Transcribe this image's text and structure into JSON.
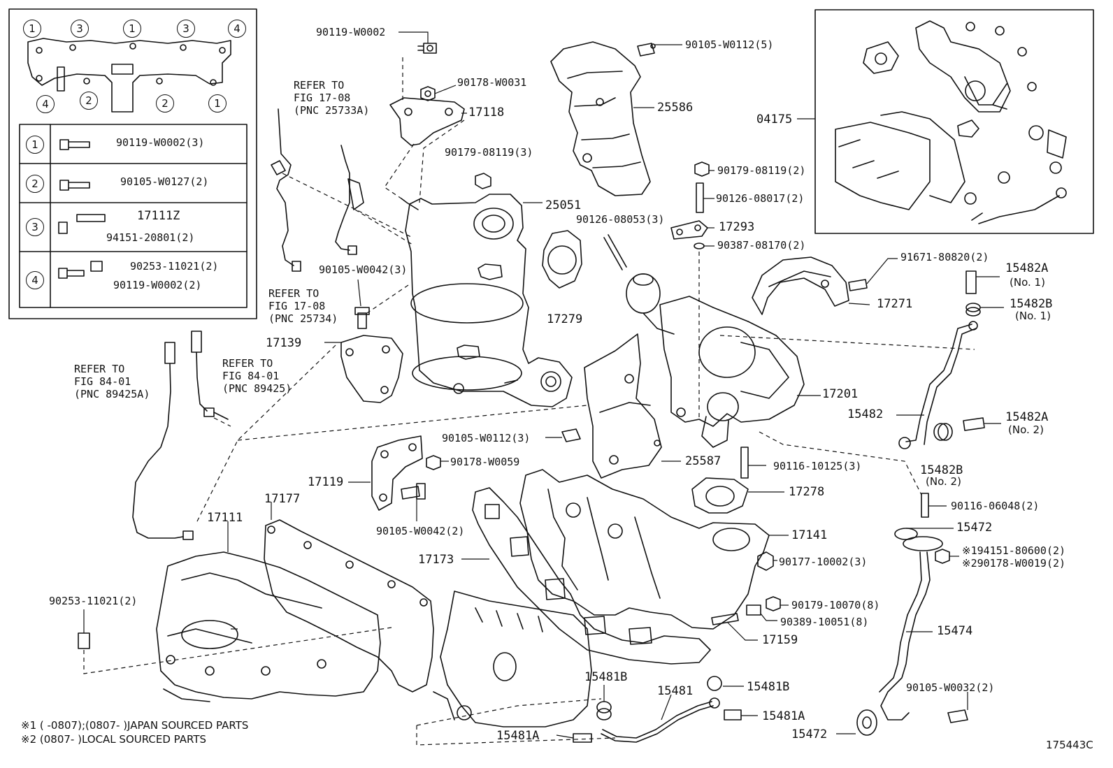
{
  "diagram": {
    "figure_id": "175443C",
    "legend_table": {
      "manifold_positions": [
        "1",
        "3",
        "1",
        "3",
        "4",
        "4",
        "2",
        "2",
        "1"
      ],
      "rows": [
        {
          "key": "1",
          "parts": [
            "90119-W0002(3)"
          ]
        },
        {
          "key": "2",
          "parts": [
            "90105-W0127(2)"
          ]
        },
        {
          "key": "3",
          "parts": [
            "17111Z",
            "94151-20801(2)"
          ]
        },
        {
          "key": "4",
          "parts": [
            "90253-11021(2)",
            "90119-W0002(2)"
          ]
        }
      ]
    },
    "parts": {
      "p90119_W0002": "90119-W0002",
      "p90178_W0031": "90178-W0031",
      "p17118": "17118",
      "p90105_W0112_5": "90105-W0112(5)",
      "p25586": "25586",
      "p04175": "04175",
      "p90179_08119_3": "90179-08119(3)",
      "p25051": "25051",
      "p90179_08119_2": "90179-08119(2)",
      "p90126_08017_2": "90126-08017(2)",
      "p90126_08053_3": "90126-08053(3)",
      "p17293": "17293",
      "p90387_08170_2": "90387-08170(2)",
      "p91671_80820_2": "91671-80820(2)",
      "p15482A_1": "15482A",
      "p15482A_1_sub": "(No. 1)",
      "p15482B_1": "15482B",
      "p15482B_1_sub": "(No. 1)",
      "p17271": "17271",
      "p90105_W0042_3": "90105-W0042(3)",
      "p17279": "17279",
      "p17139": "17139",
      "p17201": "17201",
      "p15482": "15482",
      "p15482A_2": "15482A",
      "p15482A_2_sub": "(No. 2)",
      "p90105_W0112_3": "90105-W0112(3)",
      "p25587": "25587",
      "p90116_10125_3": "90116-10125(3)",
      "p15482B_2": "15482B",
      "p15482B_2_sub": "(No. 2)",
      "p90178_W0059": "90178-W0059",
      "p17119": "17119",
      "p17278": "17278",
      "p17177": "17177",
      "p90105_W0042_2": "90105-W0042(2)",
      "p90116_06048_2": "90116-06048(2)",
      "p17111": "17111",
      "p15472_top": "15472",
      "p17141": "17141",
      "p194151_80600": "※194151-80600(2)",
      "p290178_W0019": "※290178-W0019(2)",
      "p17173": "17173",
      "p90177_10002_3": "90177-10002(3)",
      "p90253_11021_2": "90253-11021(2)",
      "p90179_10070_8": "90179-10070(8)",
      "p90389_10051_8": "90389-10051(8)",
      "p17159": "17159",
      "p15474": "15474",
      "p15481B_a": "15481B",
      "p15481": "15481",
      "p15481B_b": "15481B",
      "p90105_W0032_2": "90105-W0032(2)",
      "p15481A_a": "15481A",
      "p15481A_b": "15481A",
      "p15472_bottom": "15472"
    },
    "references": {
      "ref1": [
        "REFER TO",
        "FIG 17-08",
        "(PNC 25733A)"
      ],
      "ref2": [
        "REFER TO",
        "FIG 17-08",
        "(PNC 25734)"
      ],
      "ref3": [
        "REFER TO",
        "FIG 84-01",
        "(PNC 89425A)"
      ],
      "ref4": [
        "REFER TO",
        "FIG 84-01",
        "(PNC 89425)"
      ]
    },
    "notes": [
      "※1 (      -0807);(0807-      )JAPAN SOURCED PARTS",
      "※2 (0807-      )LOCAL SOURCED PARTS"
    ]
  }
}
